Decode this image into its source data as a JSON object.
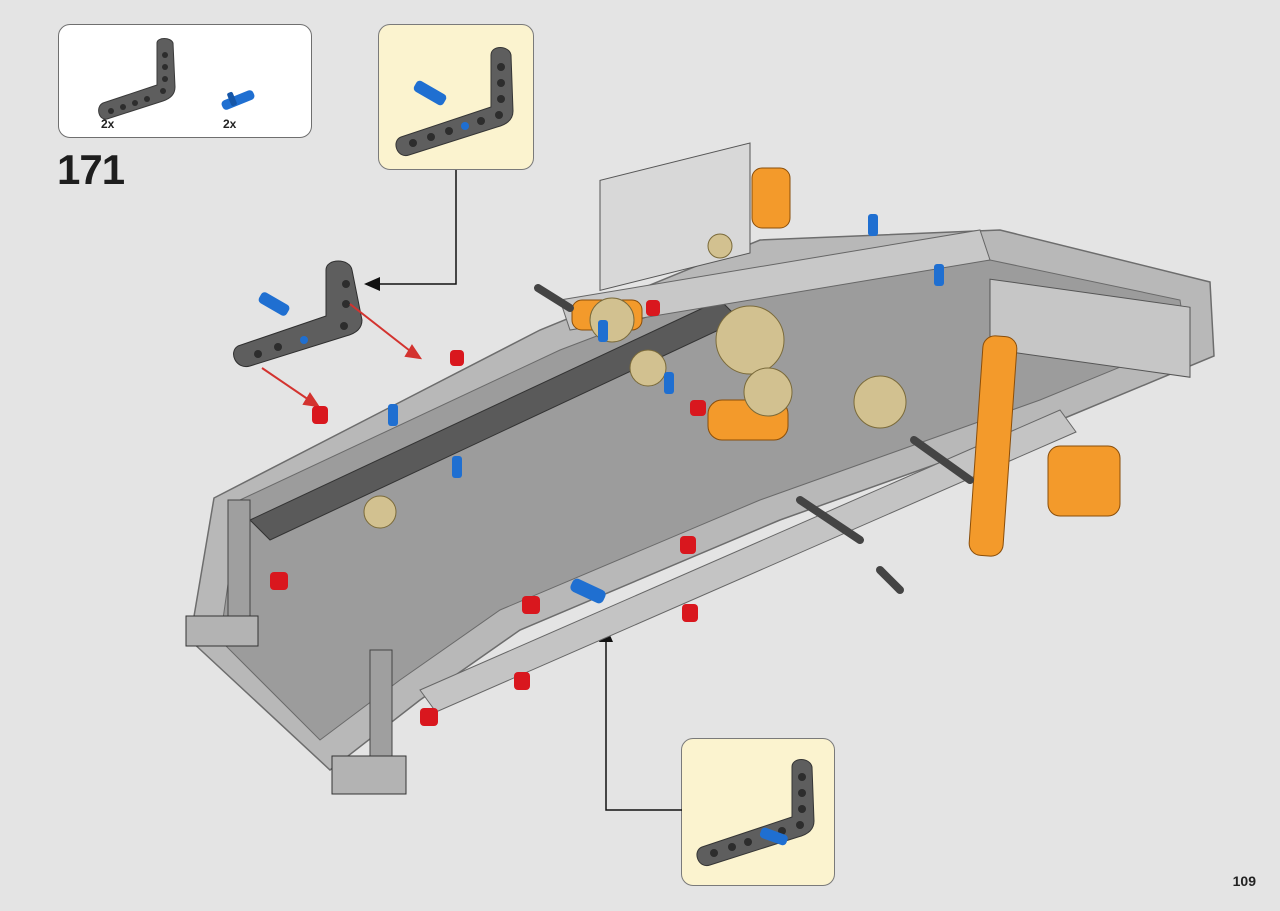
{
  "parts_list": {
    "items": [
      {
        "part": "l-shaped-liftarm-dark-gray-icon",
        "quantity": "2x"
      },
      {
        "part": "axle-pin-blue-icon",
        "quantity": "2x"
      }
    ]
  },
  "step": {
    "number": "171"
  },
  "page": {
    "number": "109"
  },
  "colors": {
    "background": "#e4e4e4",
    "callout_fill": "#fbf3cf",
    "liftarm_dark_gray": "#5e5e5e",
    "frame_light_gray": "#a9a9a9",
    "accent_orange": "#f39a2b",
    "pin_blue": "#1f6fd1",
    "pin_red": "#d9171e",
    "gear_tan": "#d2c190",
    "arrow_red": "#d3332f"
  }
}
